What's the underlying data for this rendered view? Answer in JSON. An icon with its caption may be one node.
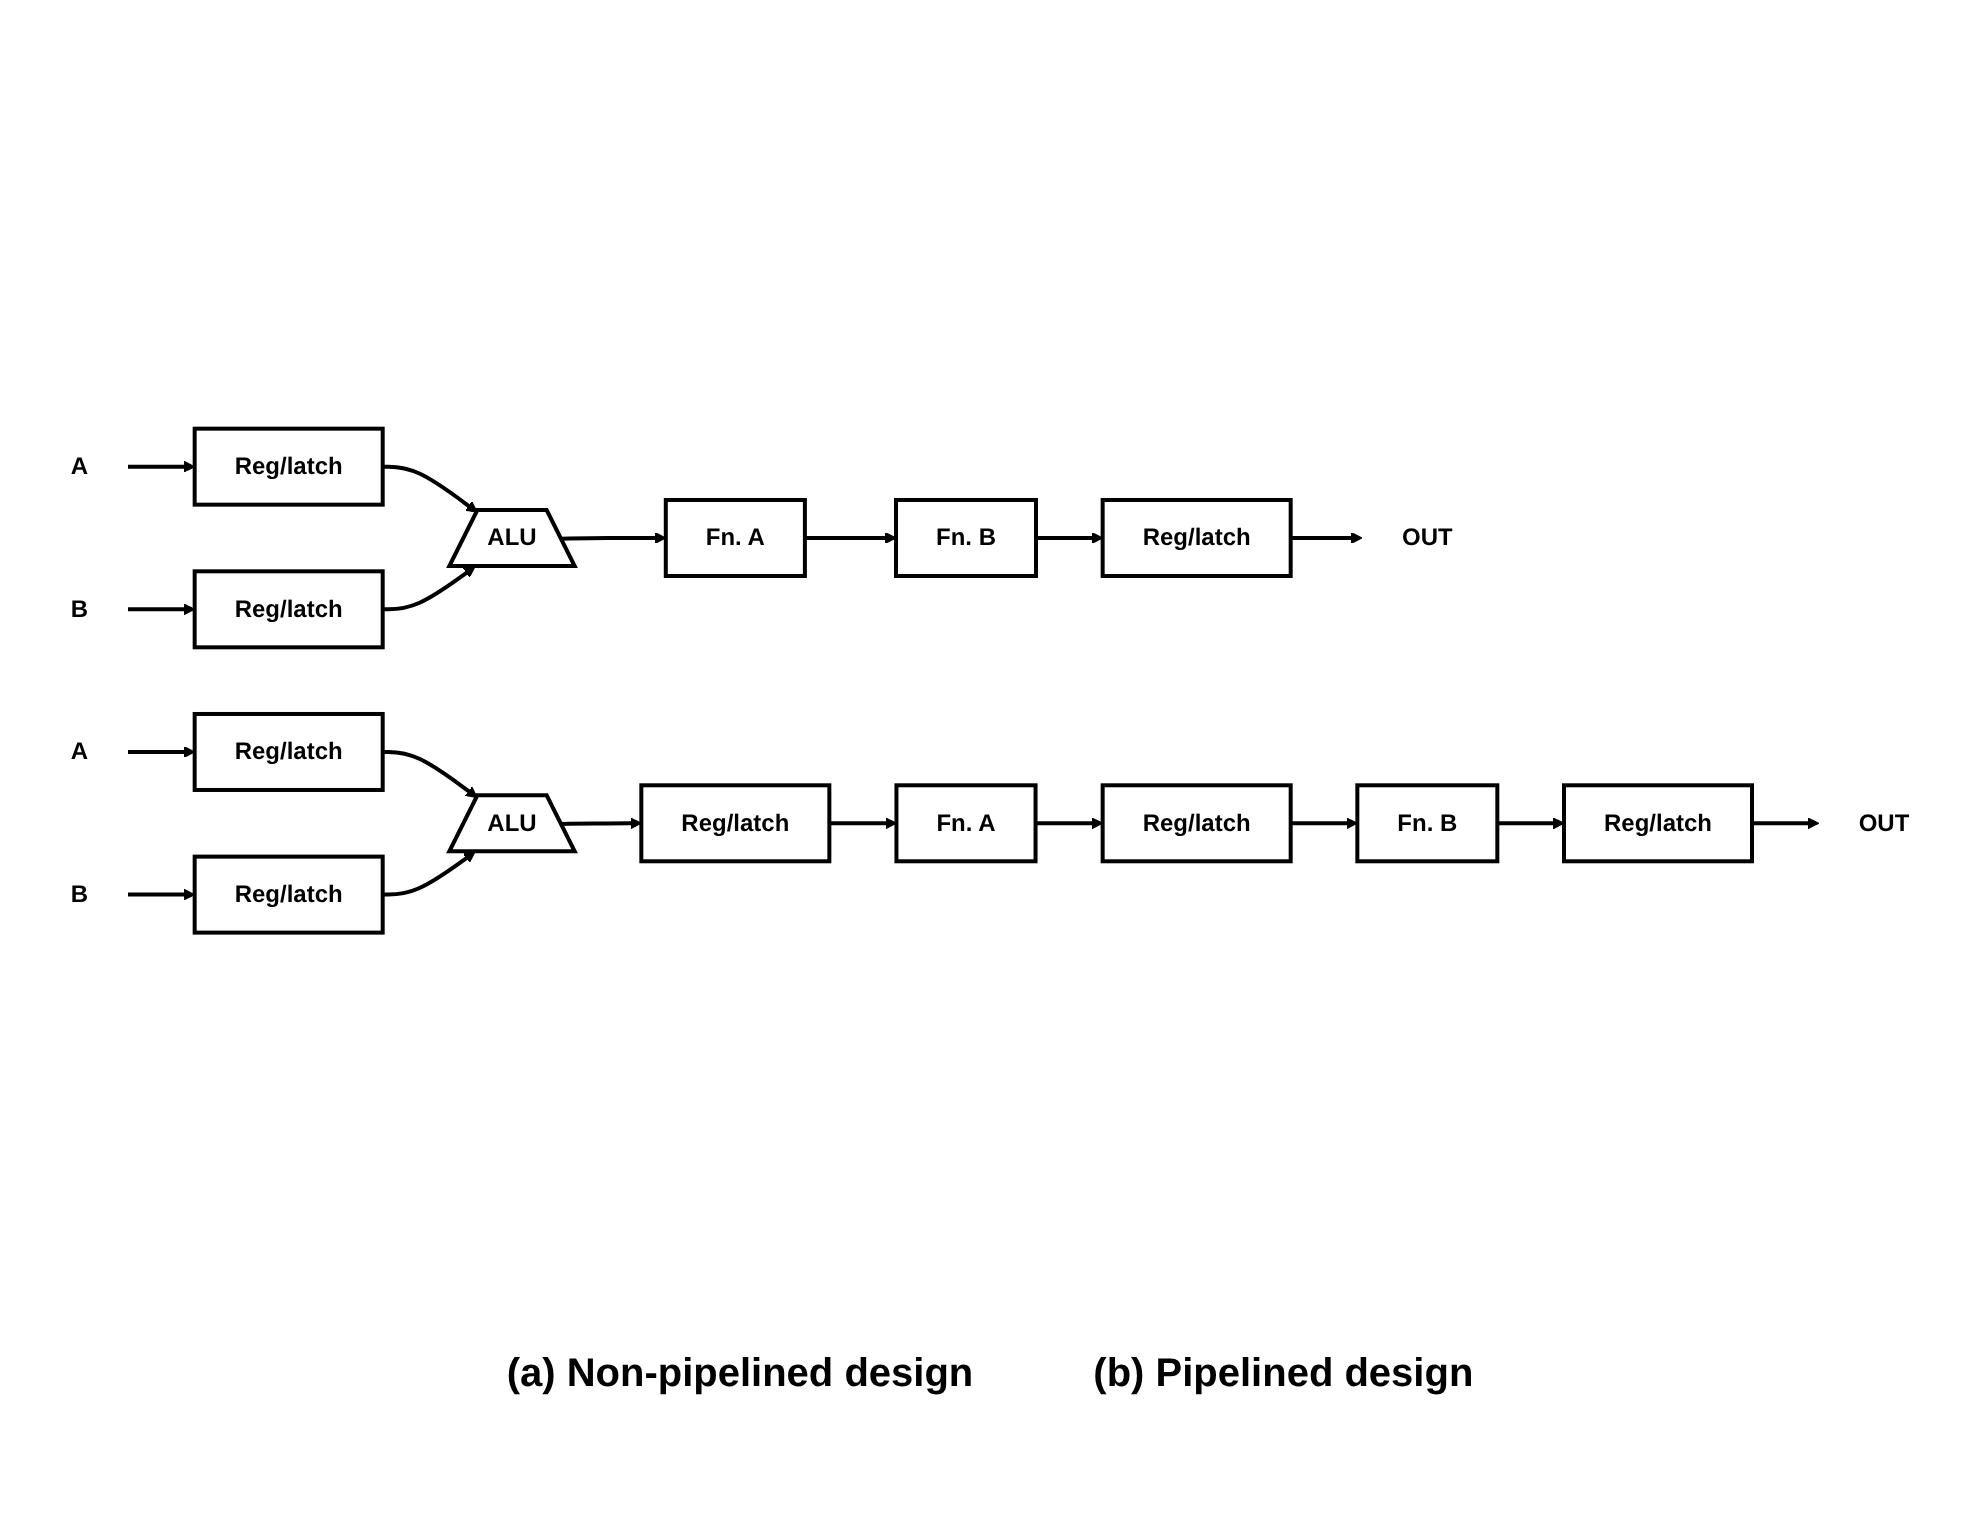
{
  "diagram": {
    "nodes": [
      {
        "text": [
          "A"
        ]
      },
      {
        "text": [
          "Reg/latch"
        ]
      },
      {
        "text": [
          "B"
        ]
      },
      {
        "text": [
          "Reg/latch"
        ]
      },
      {
        "text": [
          "ALU"
        ]
      },
      {
        "text": [
          "Fn. A"
        ]
      },
      {
        "text": [
          "Fn. B"
        ]
      },
      {
        "text": [
          "Reg/latch"
        ]
      },
      {
        "text": [
          "OUT"
        ]
      },
      {
        "text": [
          "A"
        ]
      },
      {
        "text": [
          "Reg/latch"
        ]
      },
      {
        "text": [
          "B"
        ]
      },
      {
        "text": [
          "Reg/latch"
        ]
      },
      {
        "text": [
          "ALU"
        ]
      },
      {
        "text": [
          "Reg/latch"
        ]
      },
      {
        "text": [
          "Fn. A"
        ]
      },
      {
        "text": [
          "Reg/latch"
        ]
      },
      {
        "text": [
          "Fn. B"
        ]
      },
      {
        "text": [
          "Reg/latch"
        ]
      },
      {
        "text": [
          "OUT"
        ]
      }
    ],
    "edges": [
      {
        "from": 0,
        "to": 1,
        "arrow": "to"
      },
      {
        "from": 2,
        "to": 3,
        "arrow": "to"
      },
      {
        "from": 1,
        "to": 4,
        "arrow": "to"
      },
      {
        "from": 3,
        "to": 4,
        "arrow": "to"
      },
      {
        "from": 4,
        "to": 5,
        "arrow": "to"
      },
      {
        "from": 5,
        "to": 6,
        "arrow": "to"
      },
      {
        "from": 6,
        "to": 7,
        "arrow": "to"
      },
      {
        "from": 7,
        "to": 8,
        "arrow": "to"
      },
      {
        "from": 9,
        "to": 10,
        "arrow": "to"
      },
      {
        "from": 11,
        "to": 12,
        "arrow": "to"
      },
      {
        "from": 10,
        "to": 13,
        "arrow": "to"
      },
      {
        "from": 12,
        "to": 13,
        "arrow": "to"
      },
      {
        "from": 13,
        "to": 14,
        "arrow": "to"
      },
      {
        "from": 14,
        "to": 15,
        "arrow": "to"
      },
      {
        "from": 15,
        "to": 16,
        "arrow": "to"
      },
      {
        "from": 16,
        "to": 17,
        "arrow": "to"
      },
      {
        "from": 17,
        "to": 18,
        "arrow": "to"
      },
      {
        "from": 18,
        "to": 19,
        "arrow": "to"
      }
    ],
    "labels": [
      "(a) Non-pipelined design",
      "(b) Pipelined design"
    ]
  }
}
